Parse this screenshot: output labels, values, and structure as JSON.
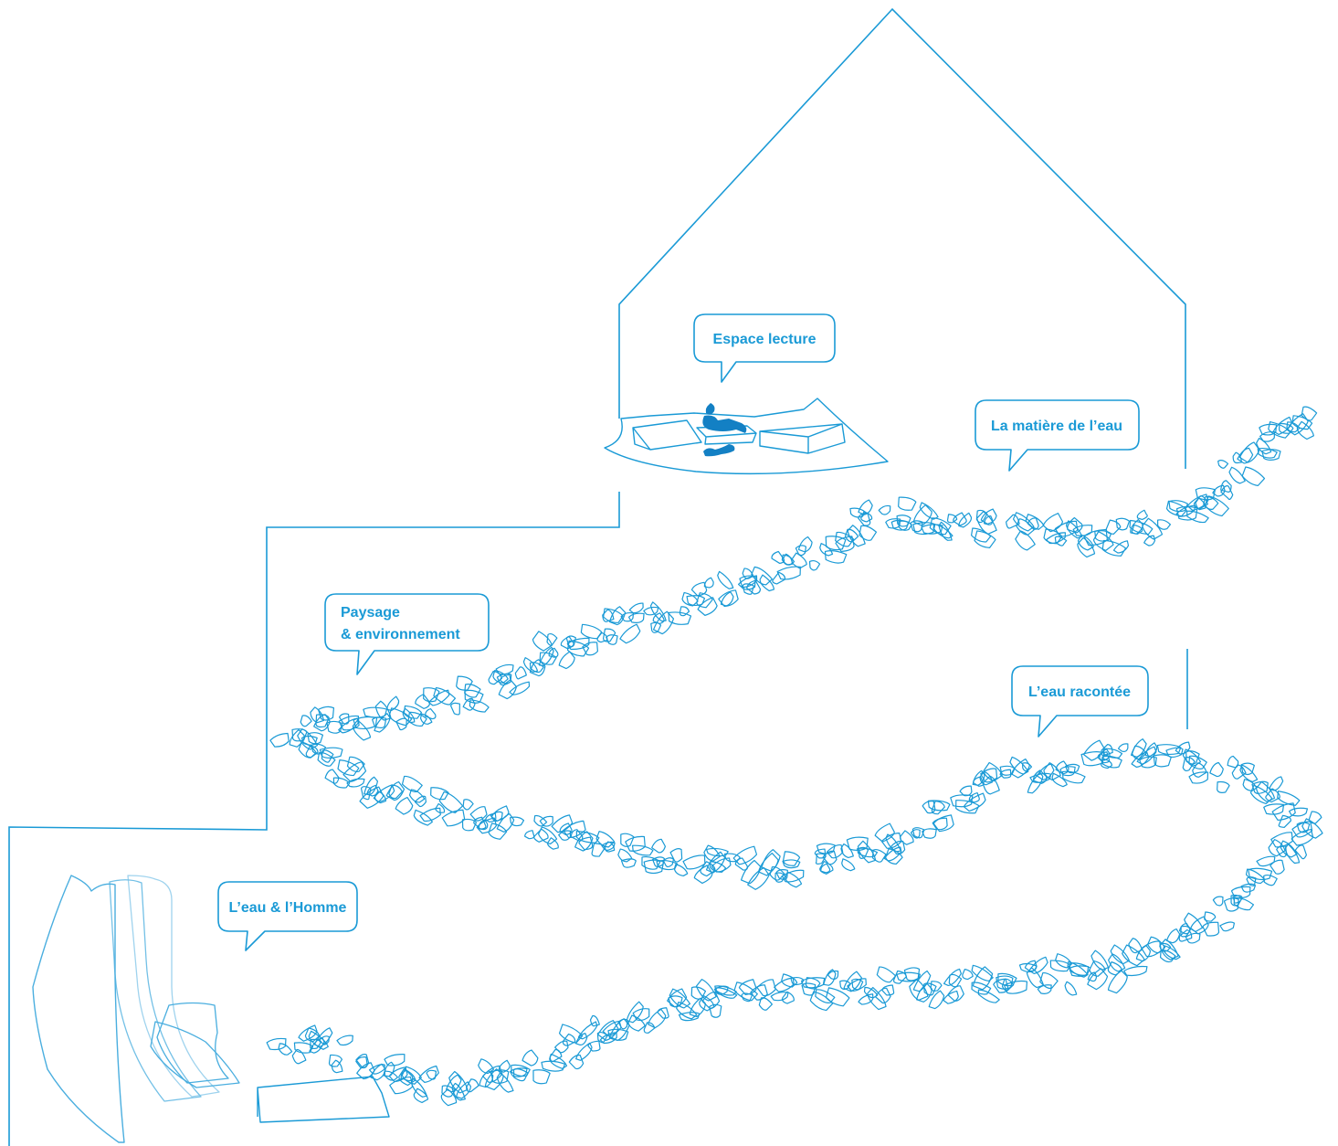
{
  "colors": {
    "line": "#1a9ad6",
    "figure": "#1380c4",
    "background": "#ffffff"
  },
  "labels": {
    "espace_lecture": "Espace lecture",
    "matiere_eau": "La matière de l’eau",
    "paysage_line1": "Paysage",
    "paysage_line2": "& environnement",
    "eau_racontee": "L’eau racontée",
    "eau_homme": "L’eau & l’Homme"
  }
}
